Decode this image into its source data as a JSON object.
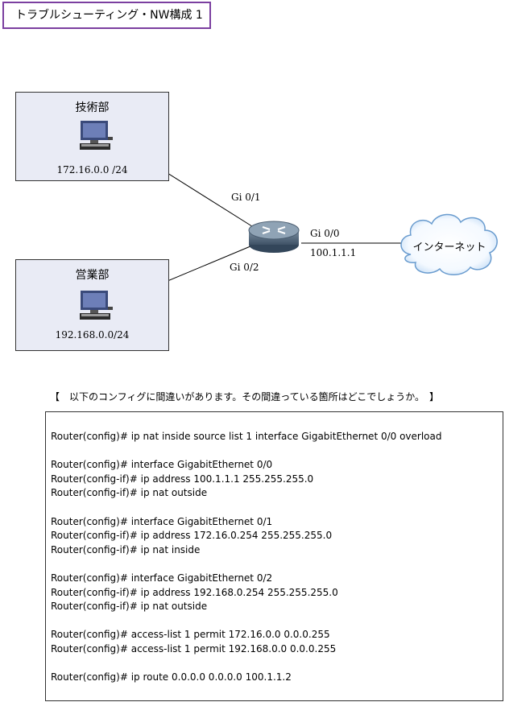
{
  "title": "トラブルシューティング・NW構成 1",
  "departments": [
    {
      "name": "技術部",
      "subnet": "172.16.0.0 /24"
    },
    {
      "name": "営業部",
      "subnet": "192.168.0.0/24"
    }
  ],
  "interfaces": {
    "gi01": "Gi 0/1",
    "gi02": "Gi 0/2",
    "gi00": "Gi 0/0",
    "gi00_ip": "100.1.1.1"
  },
  "internet_label": "インターネット",
  "question": "【　以下のコンフィグに間違いがあります。その間違っている箇所はどこでしょうか。　】",
  "config_lines": [
    "Router(config)# ip nat inside source list 1 interface GigabitEthernet 0/0 overload",
    "",
    "Router(config)# interface GigabitEthernet 0/0",
    "Router(config-if)# ip address 100.1.1.1 255.255.255.0",
    "Router(config-if)# ip nat outside",
    "",
    "Router(config)# interface GigabitEthernet 0/1",
    "Router(config-if)# ip address 172.16.0.254 255.255.255.0",
    "Router(config-if)# ip nat inside",
    "",
    "Router(config)# interface GigabitEthernet 0/2",
    "Router(config-if)# ip address 192.168.0.254 255.255.255.0",
    "Router(config-if)# ip nat outside",
    "",
    "Router(config)# access-list 1 permit 172.16.0.0 0.0.0.255",
    "Router(config)# access-list 1 permit 192.168.0.0 0.0.0.255",
    "",
    "Router(config)# ip route 0.0.0.0 0.0.0.0 100.1.1.2"
  ]
}
